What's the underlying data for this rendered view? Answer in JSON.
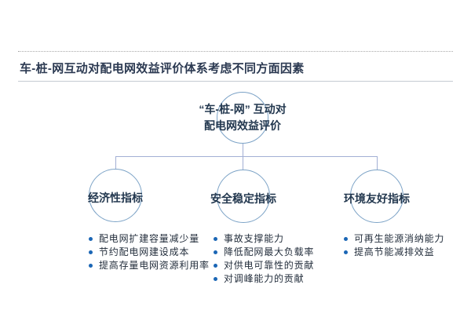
{
  "header": {
    "title": "车-桩-网互动对配电网效益评价体系考虑不同方面因素"
  },
  "tree": {
    "root": {
      "line1": "“车-桩-网” 互动对",
      "line2": "配电网效益评价"
    },
    "branches": [
      {
        "label": "经济性指标",
        "items": [
          "配电网扩建容量减少量",
          "节约配电网建设成本",
          "提高存量电网资源利用率"
        ]
      },
      {
        "label": "安全稳定指标",
        "items": [
          "事故支撑能力",
          "降低配网最大负载率",
          "对供电可靠性的贡献",
          "对调峰能力的贡献"
        ]
      },
      {
        "label": "环境友好指标",
        "items": [
          "可再生能源消纳能力",
          "提高节能减排效益"
        ]
      }
    ]
  },
  "colors": {
    "circle_stroke": "#7ba2c6",
    "connector": "#a2afd4",
    "bullet_dot": "#1b66b5",
    "title_text": "#2c3a52",
    "node_text": "#22374e",
    "body_text": "#242f3d"
  }
}
